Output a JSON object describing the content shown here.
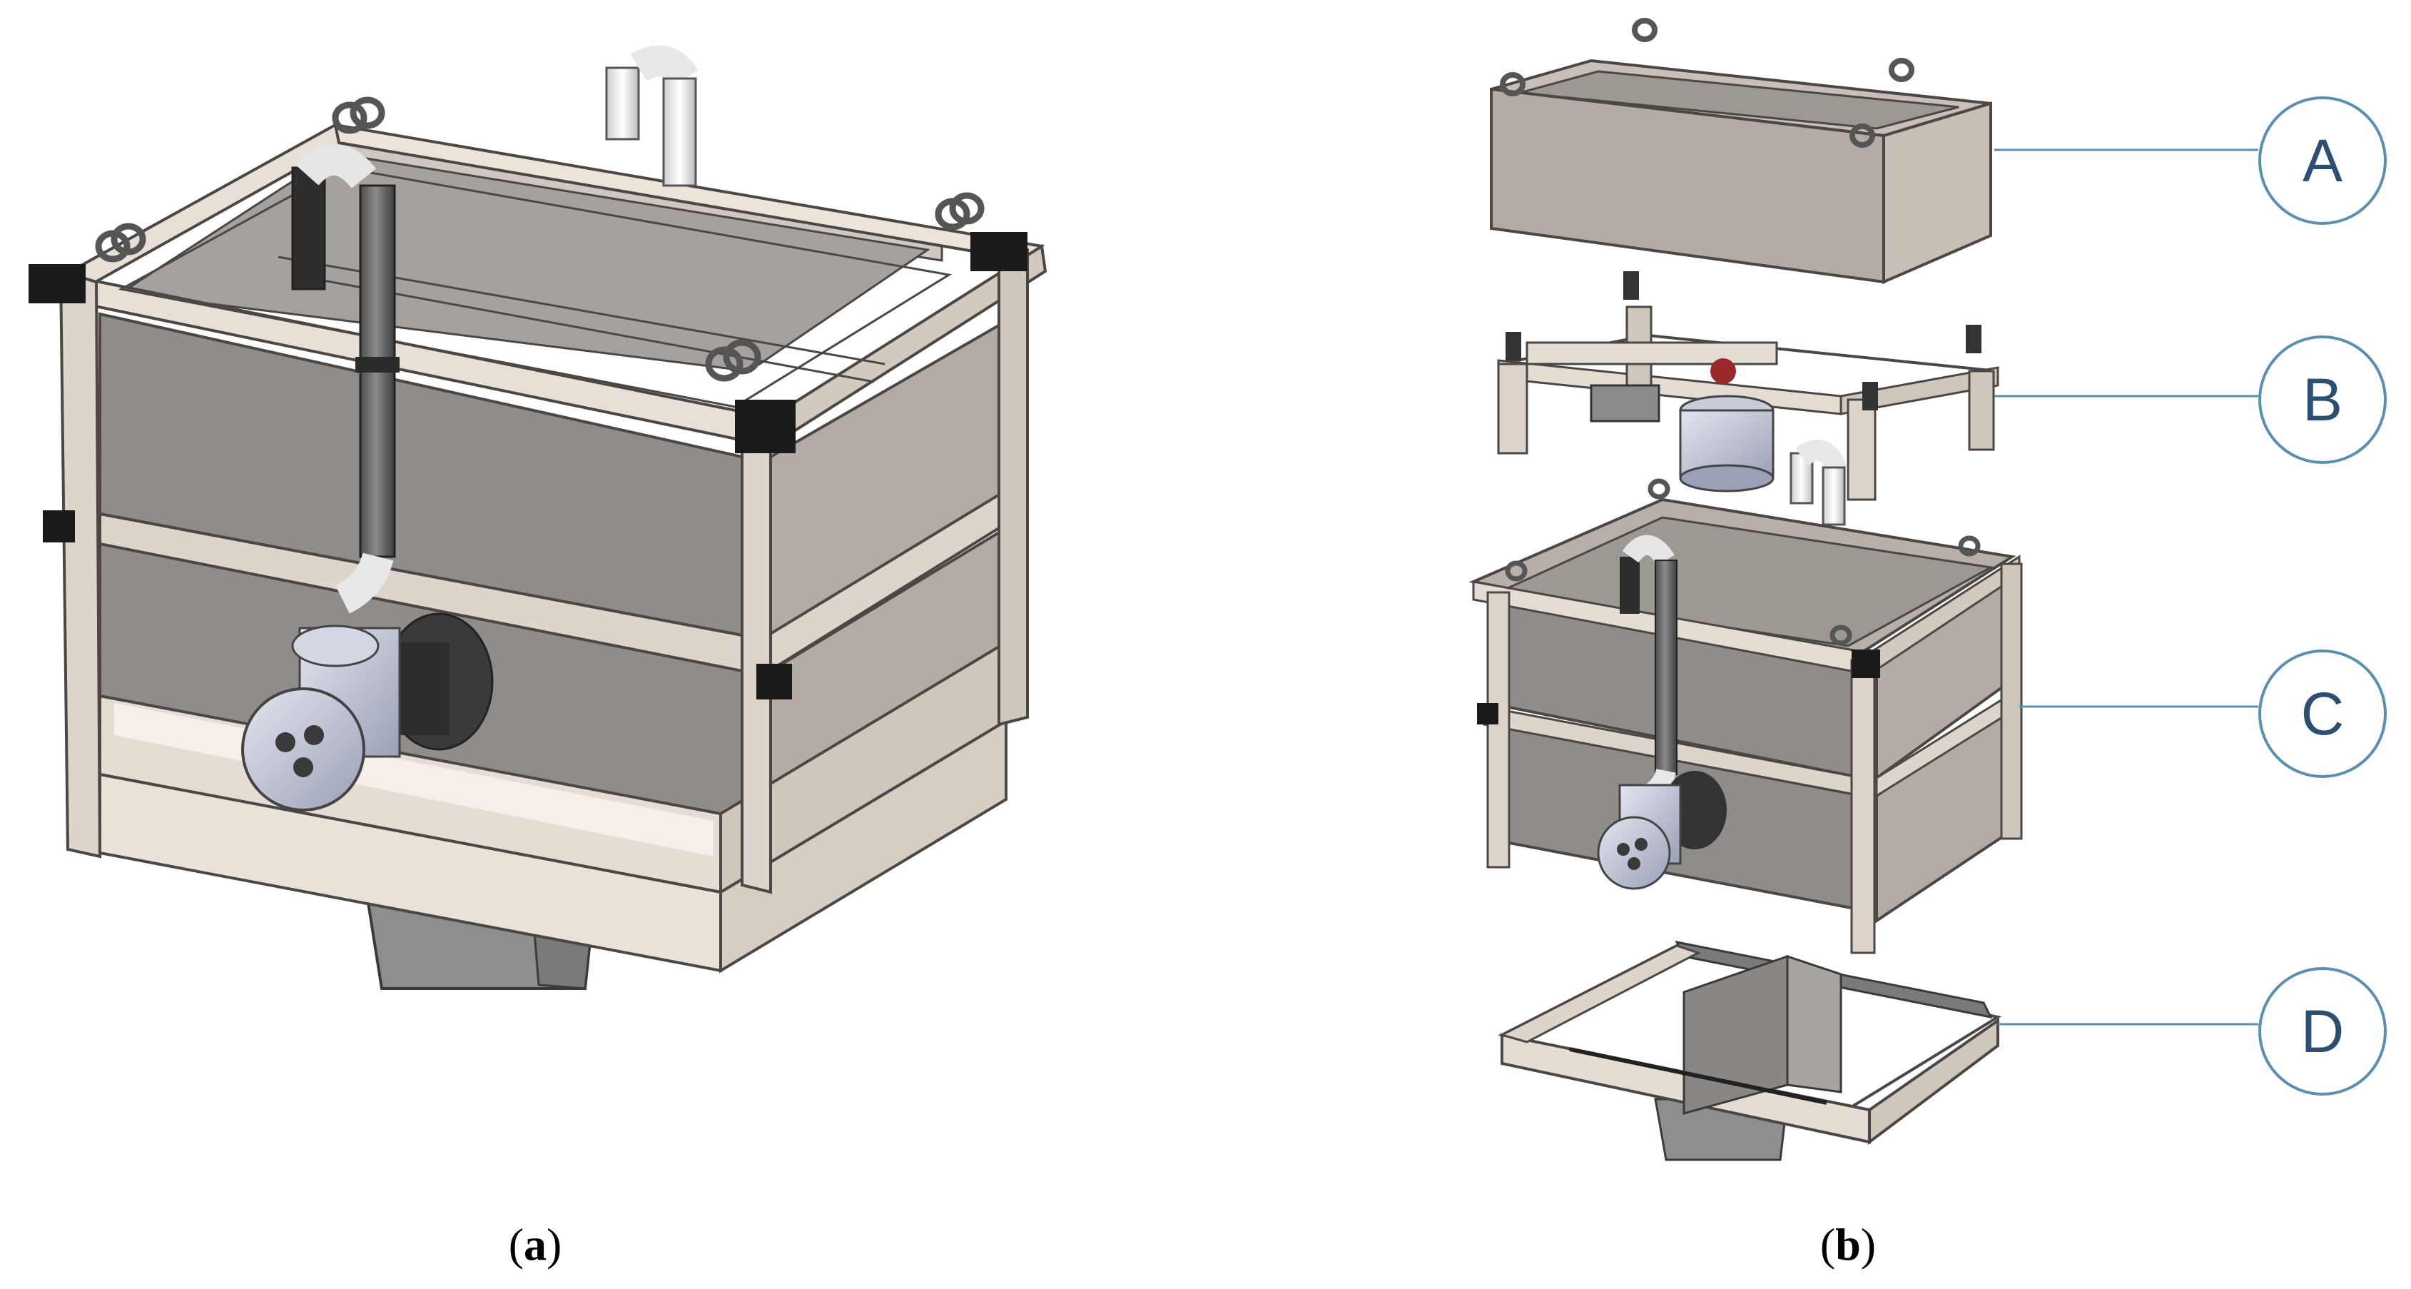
{
  "panels": [
    {
      "id": "a",
      "caption_open": "(",
      "caption_letter": "a",
      "caption_close": ")"
    },
    {
      "id": "b",
      "caption_open": "(",
      "caption_letter": "b",
      "caption_close": ")"
    }
  ],
  "callouts": [
    {
      "id": "A",
      "label": "A"
    },
    {
      "id": "B",
      "label": "B"
    },
    {
      "id": "C",
      "label": "C"
    },
    {
      "id": "D",
      "label": "D"
    }
  ],
  "colors": {
    "frame": "#ddd5cc",
    "frame_shadow": "#bdb4aa",
    "panel": "#8f8c8a",
    "panel_light": "#b8b2ab",
    "edge": "#4a4744",
    "black_block": "#1a1a1a",
    "pipe_dark": "#6e6e6e",
    "pipe_white": "#f2f2f2",
    "pump": "#c4c8d6",
    "callout_line": "#5b8fb0",
    "callout_text": "#2c4e70"
  }
}
